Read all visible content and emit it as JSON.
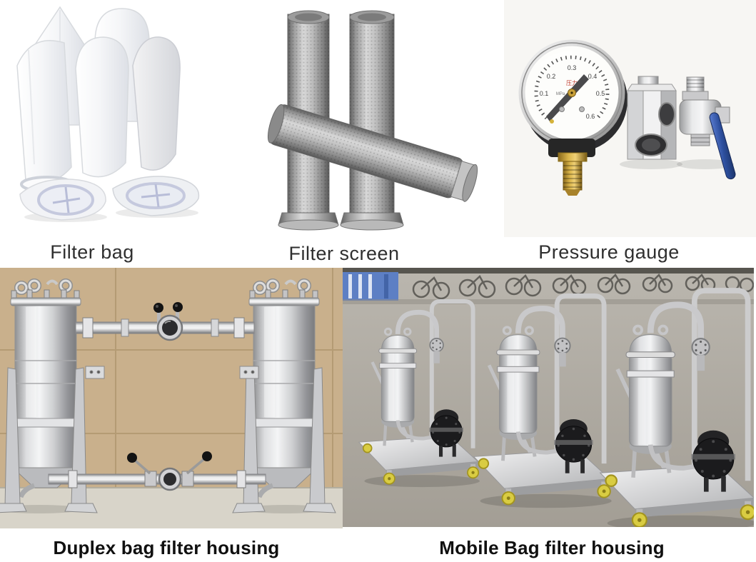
{
  "collage": {
    "top_panels": [
      {
        "name": "filter-bag",
        "caption": "Filter bag"
      },
      {
        "name": "filter-screen",
        "caption": "Filter screen"
      },
      {
        "name": "pressure-gauge",
        "caption": "Pressure gauge"
      }
    ],
    "bottom_panels": [
      {
        "name": "duplex-bag-filter-housing",
        "caption": "Duplex bag filter housing"
      },
      {
        "name": "mobile-bag-filter-housing",
        "caption": "Mobile Bag filter housing"
      }
    ]
  },
  "gauge": {
    "dial_labels": [
      "0.1",
      "0.2",
      "0.3",
      "0.4",
      "0.5",
      "0.6"
    ],
    "unit": "MPa",
    "center_text": "压力"
  },
  "colors": {
    "page_bg": "#ffffff",
    "caption_top": "#2f2f2f",
    "caption_bottom": "#101010",
    "tile_wall": "#c9b08c",
    "concrete_ground": "#aca79f",
    "stainless": "#d9dadc",
    "valve_handle_blue": "#2d4f9e",
    "caster_yellow": "#d8cb3f",
    "brass": "#c9a227",
    "pump_black": "#1b1b1d"
  }
}
